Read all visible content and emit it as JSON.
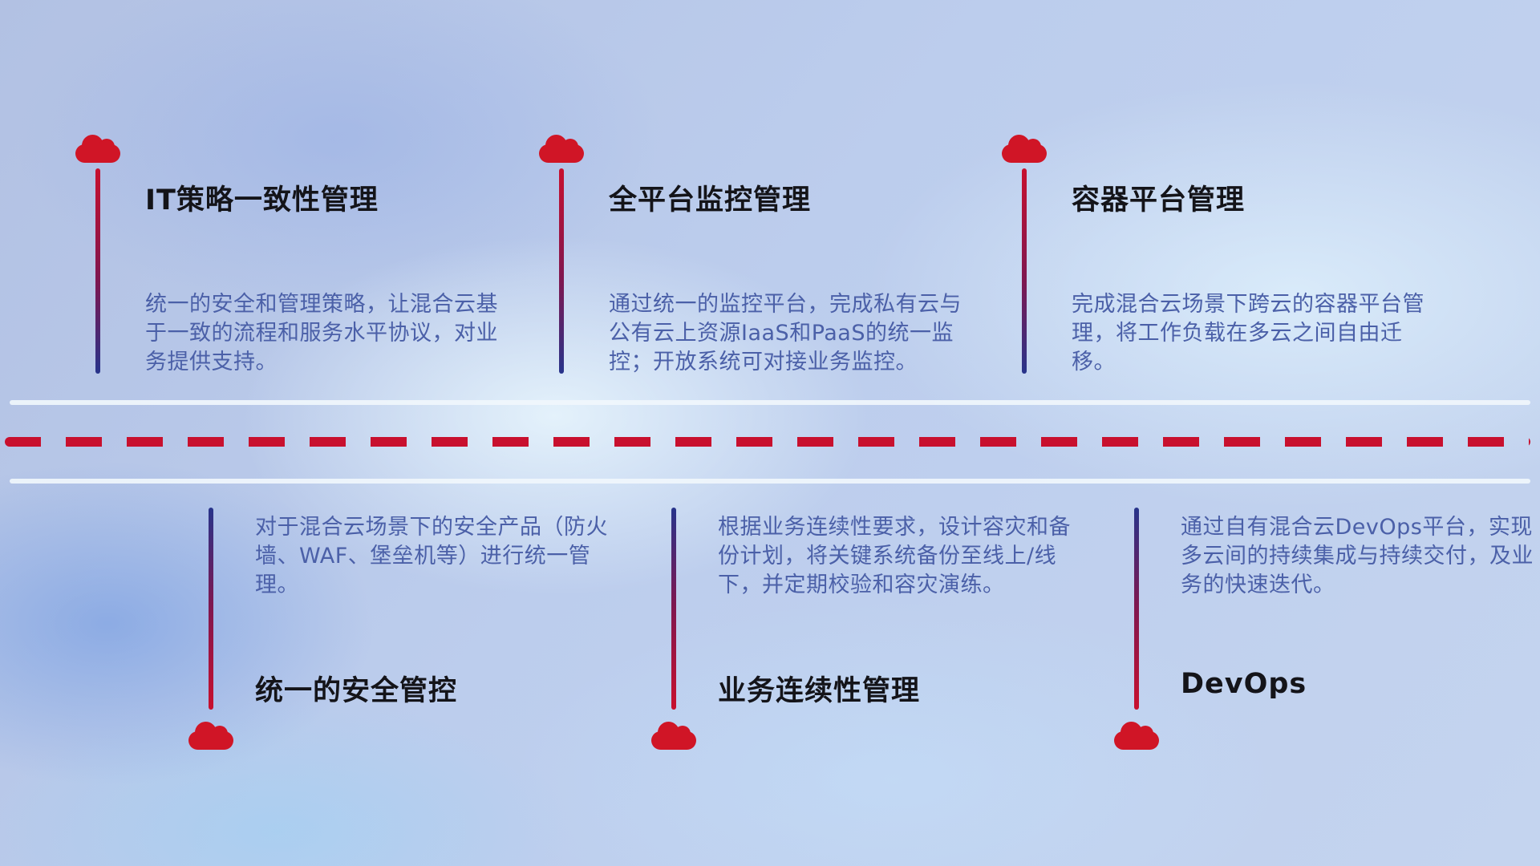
{
  "top_items": [
    {
      "title": "IT策略一致性管理",
      "description": "统一的安全和管理策略，让混合云基于一致的流程和服务水平协议，对业务提供支持。"
    },
    {
      "title": "全平台监控管理",
      "description": "通过统一的监控平台，完成私有云与公有云上资源IaaS和PaaS的统一监控；开放系统可对接业务监控。"
    },
    {
      "title": "容器平台管理",
      "description": "完成混合云场景下跨云的容器平台管理，将工作负载在多云之间自由迁移。"
    }
  ],
  "bottom_items": [
    {
      "title": "统一的安全管控",
      "description": "对于混合云场景下的安全产品（防火墙、WAF、堡垒机等）进行统一管理。"
    },
    {
      "title": "业务连续性管理",
      "description": "根据业务连续性要求，设计容灾和备份计划，将关键系统备份至线上/线下，并定期校验和容灾演练。"
    },
    {
      "title": "DevOps",
      "description": "通过自有混合云DevOps平台，实现多云间的持续集成与持续交付，及业务的快速迭代。"
    }
  ],
  "colors": {
    "cloud_red": "#d01526",
    "dash_red": "#c8102e",
    "stem_blue": "#27348b",
    "title_text": "#141419",
    "description_text": "#4b60a8",
    "divider_light": "#f0f6fc"
  }
}
